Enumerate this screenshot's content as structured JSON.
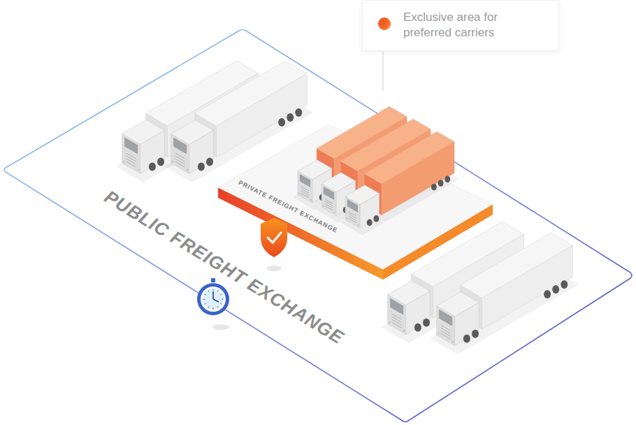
{
  "diagram": {
    "nodes": [
      {
        "text": [
          "PUBLIC FREIGHT EXCHANGE"
        ]
      },
      {
        "text": [
          "PRIVATE FREIGHT EXCHANGE"
        ],
        "in": 0
      }
    ],
    "edges": [],
    "legend": [
      {
        "text": "Exclusive area for preferred carriers",
        "color": "#f15a24"
      }
    ]
  }
}
